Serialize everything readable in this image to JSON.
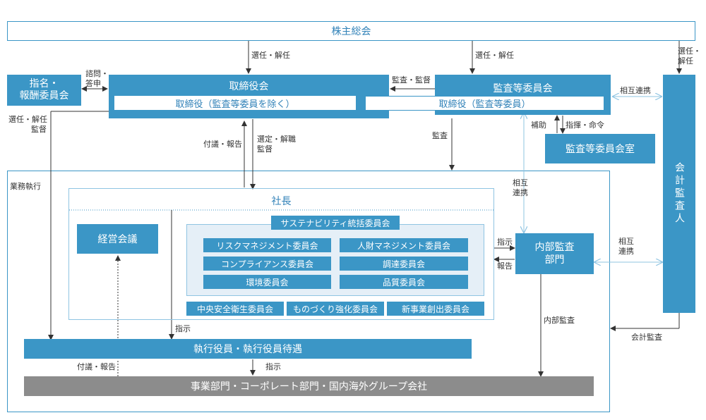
{
  "boxes": {
    "shareholders": "株主総会",
    "nomination_remuneration": [
      "指名・",
      "報酬委員会"
    ],
    "board": "取締役会",
    "board_directors_excl": "取締役（監査等委員を除く）",
    "audit_committee": "監査等委員会",
    "board_directors_audit": "取締役（監査等委員）",
    "audit_committee_office": "監査等委員会室",
    "accounting_auditor": "会計監査人",
    "president": "社長",
    "management_meeting": "経営会議",
    "sustainability_committee": "サステナビリティ統括委員会",
    "sub_committees": [
      "リスクマネジメント委員会",
      "人財マネジメント委員会",
      "コンプライアンス委員会",
      "調達委員会",
      "環境委員会",
      "品質委員会"
    ],
    "other_committees": [
      "中央安全衛生委員会",
      "ものづくり強化委員会",
      "新事業創出委員会"
    ],
    "internal_audit": [
      "内部監査",
      "部門"
    ],
    "executive_officers": "執行役員・執行役員待遇",
    "business_divisions": "事業部門・コーポレート部門・国内海外グループ会社"
  },
  "labels": {
    "elect_dismiss_1": "選任・解任",
    "elect_dismiss_2": "選任・解任",
    "elect_dismiss_3": [
      "選任・",
      "解任"
    ],
    "consult_report": [
      "諮問・",
      "答申"
    ],
    "audit_supervise": "監査・監督",
    "mutual_cooperation_1": "相互連携",
    "elect_dismiss_supervise": [
      "選任・解任",
      "監督"
    ],
    "business_execution": "業務執行",
    "submit_report_1": "付議・報告",
    "select_dismiss_supervise": [
      "選定・解職",
      "監督"
    ],
    "audit": "監査",
    "assist": "補助",
    "direct_order": "指揮・命令",
    "mutual_cooperation_2": [
      "相互",
      "連携"
    ],
    "instruction_1": "指示",
    "report": "報告",
    "mutual_cooperation_3": [
      "相互",
      "連携"
    ],
    "internal_audit_label": "内部監査",
    "accounting_audit": "会計監査",
    "instruction_2": "指示",
    "submit_report_2": "付議・報告",
    "instruction_3": "指示"
  },
  "colors": {
    "blue": "#3b96c6",
    "light_blue_bg": "#e5eff7",
    "gray": "#8c8c8c",
    "frame": "#3b96c6"
  }
}
